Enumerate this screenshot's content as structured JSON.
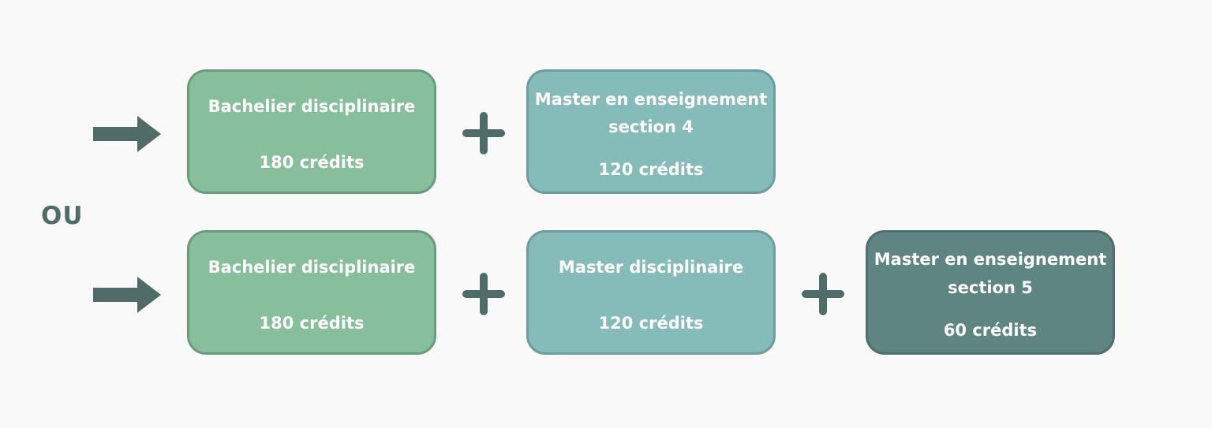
{
  "separator": "OU",
  "rows": [
    {
      "boxes": [
        {
          "title": "Bachelier disciplinaire",
          "credits": "180 crédits",
          "color": "#87bf9c"
        },
        {
          "title_line1": "Master en enseignement",
          "title_line2": "section 4",
          "credits": "120 crédits",
          "color": "#85bbb8"
        }
      ]
    },
    {
      "boxes": [
        {
          "title": "Bachelier disciplinaire",
          "credits": "180 crédits",
          "color": "#87bf9c"
        },
        {
          "title": "Master disciplinaire",
          "credits": "120 crédits",
          "color": "#85bbb8"
        },
        {
          "title_line1": "Master en enseignement",
          "title_line2": "section 5",
          "credits": "60 crédits",
          "color": "#5f8582"
        }
      ]
    }
  ],
  "colors": {
    "accent_dark": "#4f6c69",
    "background": "#f9f9f9"
  },
  "icons": [
    "arrow-right-icon",
    "plus-icon"
  ]
}
